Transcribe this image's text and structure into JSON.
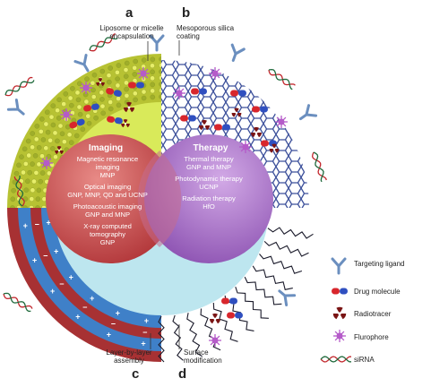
{
  "panels": {
    "a": {
      "letter": "a",
      "label": "Liposome or micelle encapsulation"
    },
    "b": {
      "letter": "b",
      "label": "Mesoporous silica coating"
    },
    "c": {
      "letter": "c",
      "label": "Layer-by-layer assembly"
    },
    "d": {
      "letter": "d",
      "label": "Surface modification"
    }
  },
  "imaging": {
    "title": "Imaging",
    "lines": [
      "Magnetic resonance",
      "imaging",
      "MNP",
      "",
      "Optical imaging",
      "GNP, MNP, QD and UCNP",
      "",
      "Photoacoustic imaging",
      "GNP and MNP",
      "",
      "X-ray computed",
      "tomography",
      "GNP"
    ]
  },
  "therapy": {
    "title": "Therapy",
    "lines": [
      "Thermal therapy",
      "GNP and MNP",
      "",
      "Photodynamic therapy",
      "UCNP",
      "",
      "Radiation therapy",
      "HfO"
    ]
  },
  "legend": [
    {
      "name": "targeting-ligand",
      "label": "Targeting ligand",
      "icon": "y-ligand-icon"
    },
    {
      "name": "drug-molecule",
      "label": "Drug molecule",
      "icon": "capsule-icon"
    },
    {
      "name": "radiotracer",
      "label": "Radiotracer",
      "icon": "radiation-icon"
    },
    {
      "name": "flurophore",
      "label": "Flurophore",
      "icon": "star-burst-icon"
    },
    {
      "name": "sirna",
      "label": "siRNA",
      "icon": "helix-icon"
    }
  ],
  "colors": {
    "imaging": "#c8484a",
    "therapy": "#a46cc6",
    "lipid_head": "#c6d33a",
    "lbl_blue": "#3f80c8",
    "lbl_red": "#a73133",
    "core_fill": "#bde6ef",
    "ligand": "#6b8fbf"
  }
}
